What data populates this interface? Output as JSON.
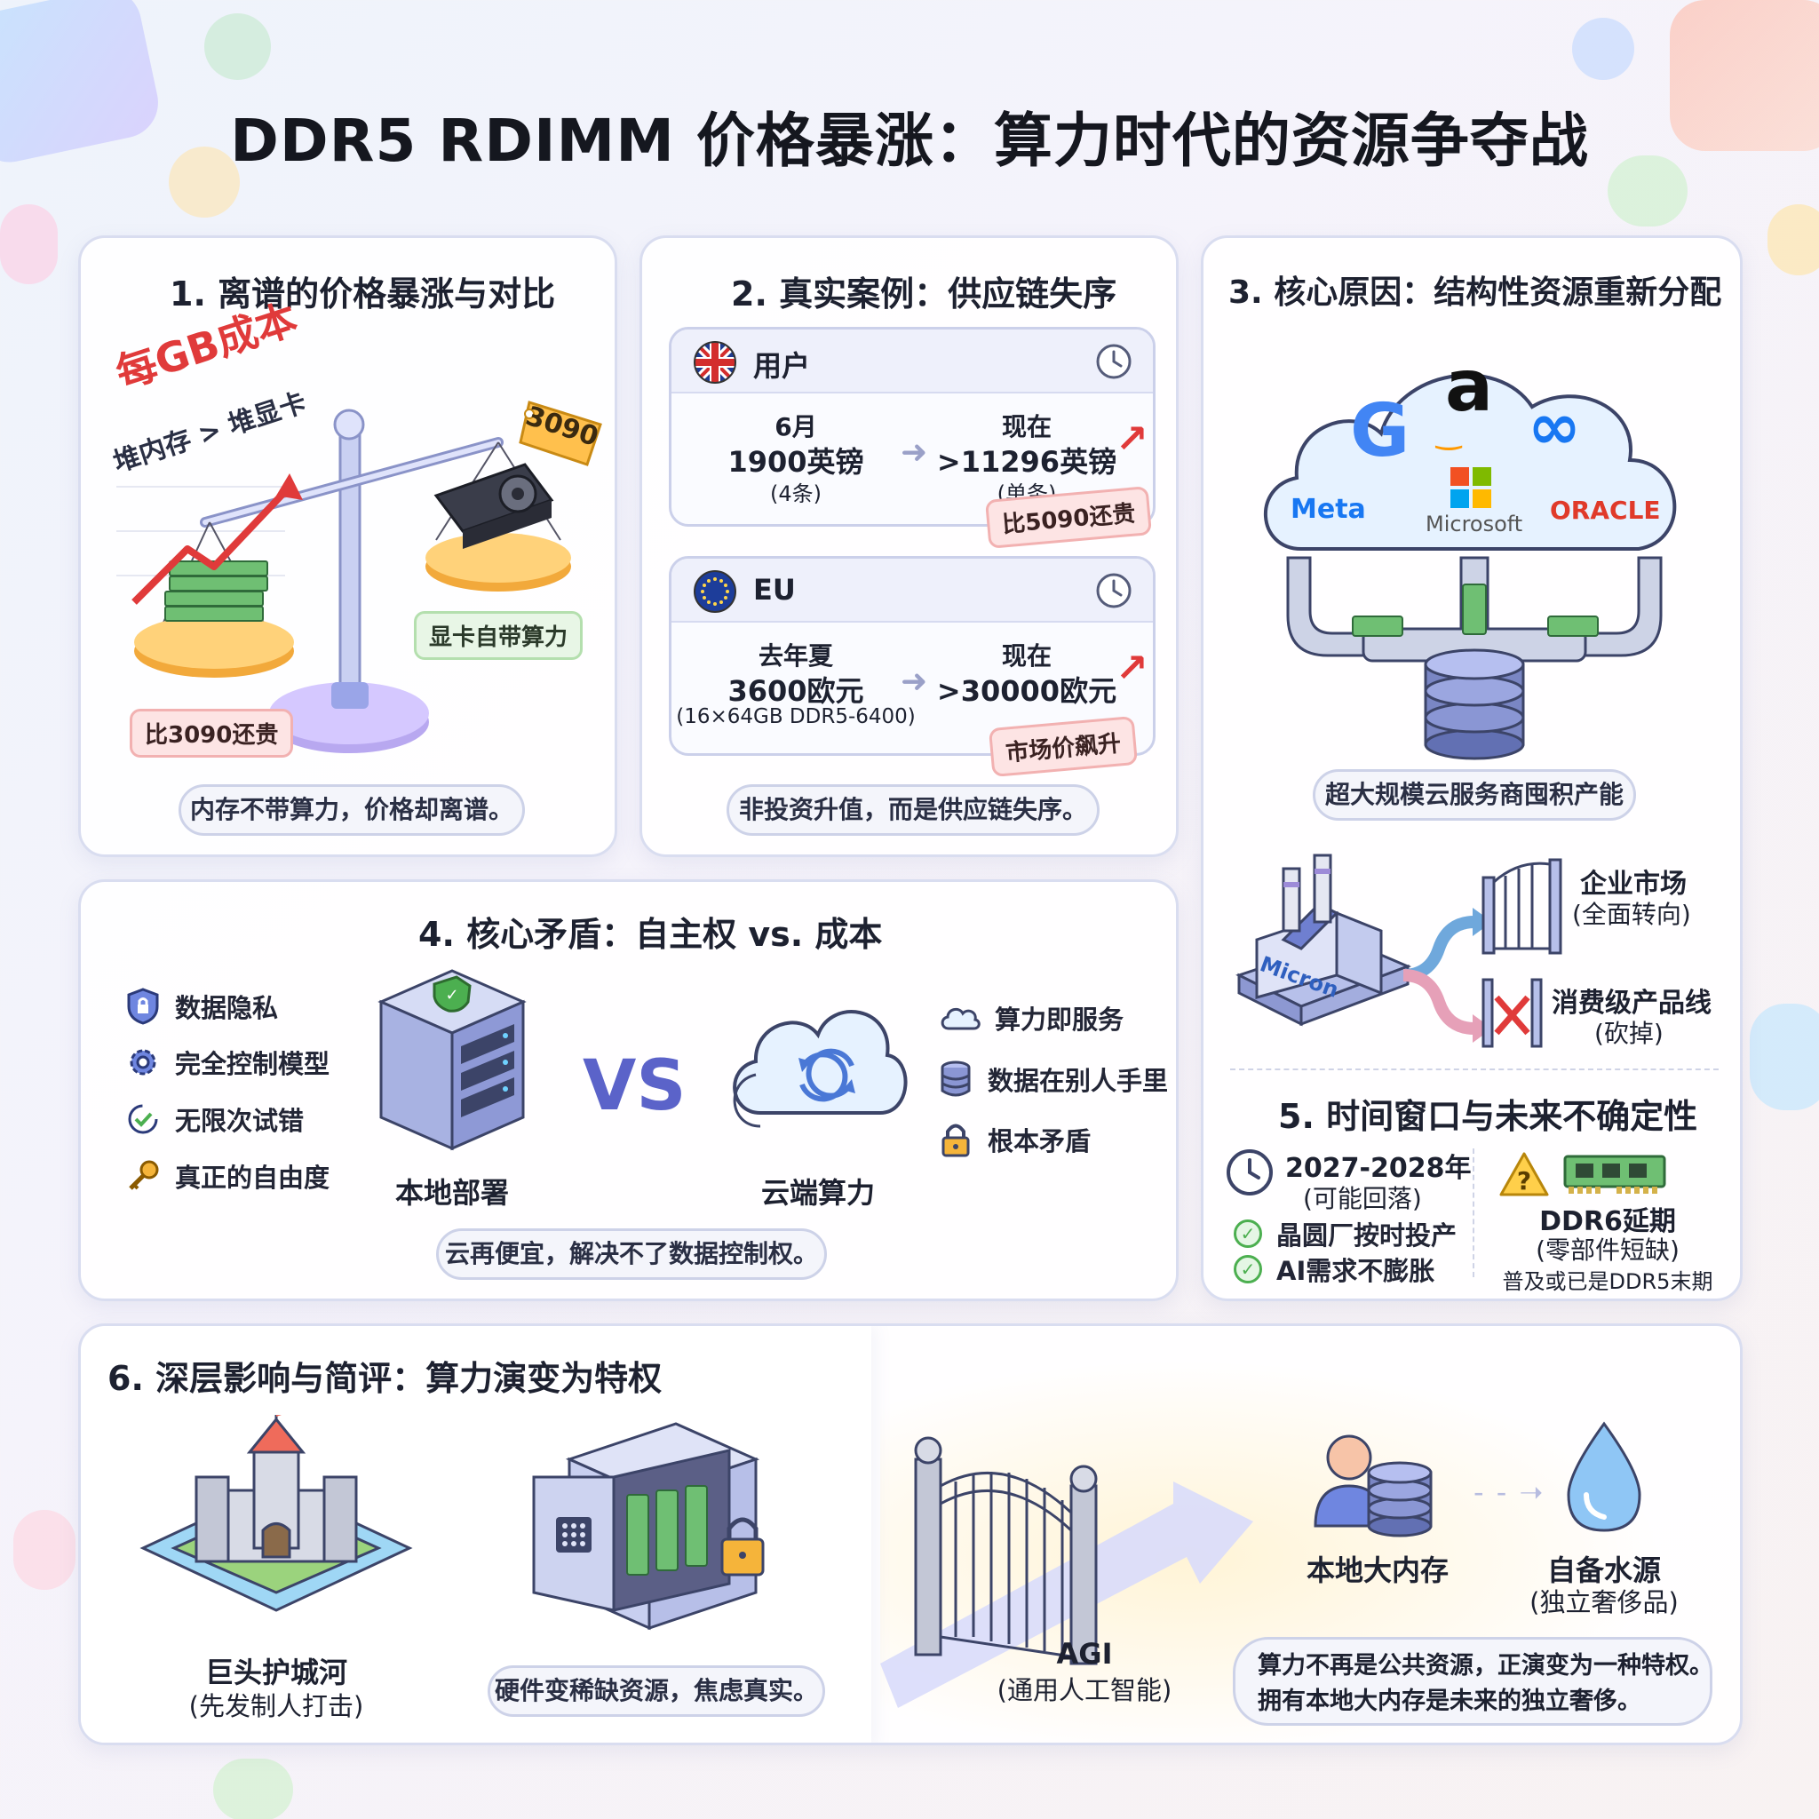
{
  "title": "DDR5 RDIMM 价格暴涨：算力时代的资源争夺战",
  "colors": {
    "accent": "#5b63c9",
    "red": "#e03a3a",
    "green": "#4caf50",
    "border": "#d9ddf0"
  },
  "section1": {
    "title": "1. 离谱的价格暴涨与对比",
    "headline": "每GB成本",
    "subline": "堆内存 > 堆显卡",
    "gpu_tag": "3090",
    "gpu_label": "显卡自带算力",
    "memory_label": "比3090还贵",
    "summary": "内存不带算力，价格却离谱。"
  },
  "section2": {
    "title": "2. 真实案例：供应链失序",
    "cases": [
      {
        "region": "用户",
        "flag": "uk-flag-icon",
        "before_time": "6月",
        "before_price": "1900英镑",
        "before_note": "(4条)",
        "after_time": "现在",
        "after_price": ">11296英镑",
        "after_note": "(单条)",
        "tag": "比5090还贵"
      },
      {
        "region": "EU",
        "flag": "eu-flag-icon",
        "before_time": "去年夏",
        "before_price": "3600欧元",
        "before_note": "(16×64GB DDR5-6400)",
        "after_time": "现在",
        "after_price": ">30000欧元",
        "after_note": "",
        "tag": "市场价飙升"
      }
    ],
    "summary": "非投资升值，而是供应链失序。"
  },
  "section3": {
    "title": "3. 核心原因：结构性资源重新分配",
    "logos": {
      "google": "G",
      "amazon": "a",
      "meta": "Meta",
      "microsoft": "Microsoft",
      "oracle": "ORACLE"
    },
    "summary": "超大规模云服务商囤积产能",
    "factory_label": "Micron",
    "enterprise": "企业市场",
    "enterprise_note": "(全面转向)",
    "consumer": "消费级产品线",
    "consumer_note": "(砍掉)"
  },
  "section4": {
    "title": "4. 核心矛盾：自主权 vs. 成本",
    "left_items": [
      "数据隐私",
      "完全控制模型",
      "无限次试错",
      "真正的自由度"
    ],
    "local_label": "本地部署",
    "vs": "VS",
    "cloud_label": "云端算力",
    "right_items": [
      "算力即服务",
      "数据在别人手里",
      "根本矛盾"
    ],
    "summary": "云再便宜，解决不了数据控制权。"
  },
  "section5": {
    "title": "5. 时间窗口与未来不确定性",
    "year": "2027-2028年",
    "year_note": "(可能回落)",
    "checks": [
      "晶圆厂按时投产",
      "AI需求不膨胀"
    ],
    "ddr6": "DDR6延期",
    "ddr6_note": "(零部件短缺)",
    "ddr6_extra": "普及或已是DDR5末期"
  },
  "section6": {
    "title": "6. 深层影响与简评：算力演变为特权",
    "castle_label": "巨头护城河",
    "castle_note": "(先发制人打击)",
    "safe_summary": "硬件变稀缺资源，焦虑真实。",
    "agi_label": "AGI",
    "agi_note": "(通用人工智能)",
    "memory_label": "本地大内存",
    "water_label": "自备水源",
    "water_note": "(独立奢侈品)",
    "summary_line1": "算力不再是公共资源，正演变为一种特权。",
    "summary_line2": "拥有本地大内存是未来的独立奢侈。"
  }
}
